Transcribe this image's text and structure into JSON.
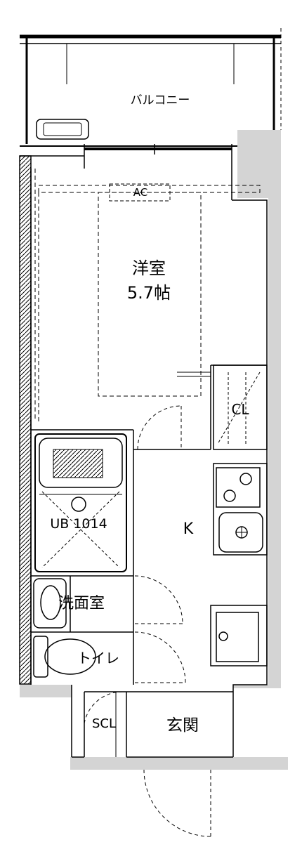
{
  "rooms": {
    "balcony": "バルコニー",
    "western_room": "洋室",
    "western_room_size": "5.7帖",
    "ac": "AC",
    "closet": "CL",
    "kitchen": "K",
    "unit_bath": "UB 1014",
    "washroom": "洗面室",
    "toilet": "トイレ",
    "shoe_closet": "SCL",
    "entrance": "玄関"
  }
}
